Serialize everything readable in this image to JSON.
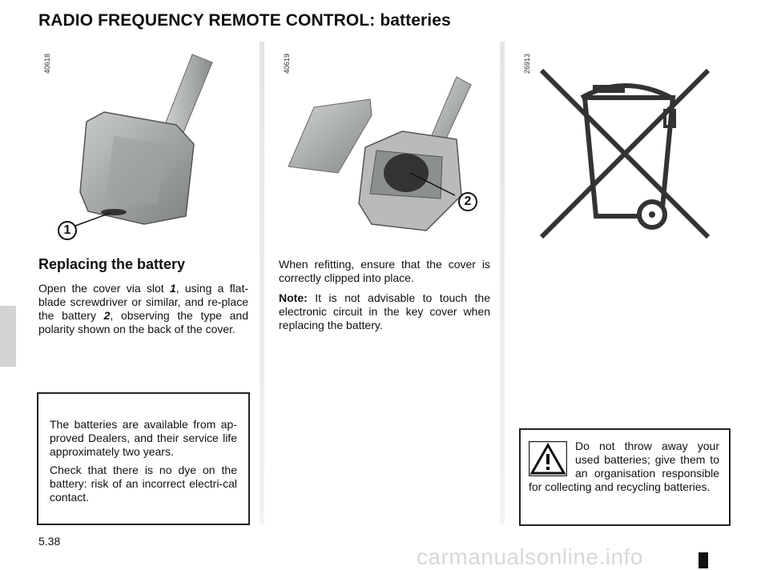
{
  "title": "RADIO FREQUENCY REMOTE CONTROL: batteries",
  "figures": {
    "fig1": {
      "ref": "40618",
      "callout": "1"
    },
    "fig2": {
      "ref": "40619",
      "callout": "2"
    },
    "fig3": {
      "ref": "26913"
    }
  },
  "left_col": {
    "heading": "Replacing the battery",
    "p1_a": "Open the cover via slot ",
    "p1_ref1": "1",
    "p1_b": ", using a flat-blade screwdriver or similar, and re-place the battery ",
    "p1_ref2": "2",
    "p1_c": ", observing the type and polarity shown on the back of the cover."
  },
  "mid_col": {
    "p1": "When refitting, ensure that the cover is correctly clipped into place.",
    "note_label": "Note:",
    "note_text": " It is not advisable to touch the electronic circuit in the key cover when replacing the battery."
  },
  "info_box": {
    "p1": "The batteries are available from ap-proved Dealers, and their service life approximately two years.",
    "p2": "Check that there is no dye on the battery: risk of an incorrect electri-cal contact."
  },
  "warning_box": {
    "icon": "warning-triangle-icon",
    "text": "Do not throw away your used batteries; give them to an organisation responsible for collecting and recycling batteries."
  },
  "page_number": "5.38",
  "watermark": "carmanualsonline.info"
}
